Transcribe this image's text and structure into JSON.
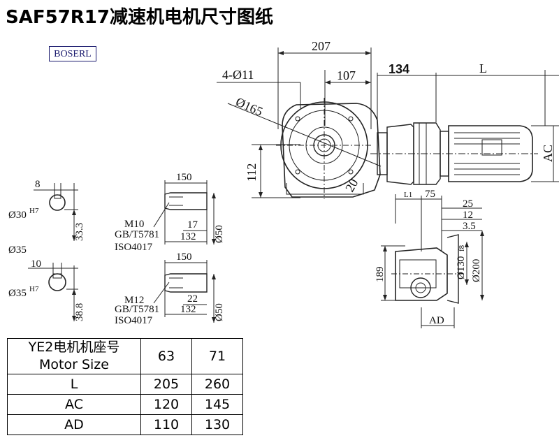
{
  "title": "SAF57R17减速机电机尺寸图纸",
  "brand": "BOSERL",
  "main_view": {
    "dim_207": "207",
    "dim_107": "107",
    "dim_134": "134",
    "dim_L": "L",
    "dim_4_hole": "4-Ø11",
    "dim_165": "Ø165",
    "dim_112": "112",
    "dim_20": "20",
    "dim_AC": "AC"
  },
  "side_view": {
    "dim_L1": "L1",
    "dim_75": "75",
    "dim_25": "25",
    "dim_12": "12",
    "dim_3_5": "3.5",
    "dim_189": "189",
    "dim_130": "Ø130",
    "dim_130_tol": "f8",
    "dim_200": "Ø200",
    "dim_AD": "AD"
  },
  "shaft_30": {
    "dim_8": "8",
    "dim_dia": "Ø30",
    "dim_tol": "H7",
    "dim_33_3": "33.3"
  },
  "shaft_35": {
    "label": "Ø35",
    "dim_10": "10",
    "dim_dia": "Ø35",
    "dim_tol": "H7",
    "dim_38_8": "38.8"
  },
  "bolt_m10": {
    "dim_150": "150",
    "thread": "M10",
    "std1": "GB/T5781",
    "std2": "ISO4017",
    "dim_17": "17",
    "dim_132": "132",
    "dim_50": "Ø50"
  },
  "bolt_m12": {
    "dim_150": "150",
    "thread": "M12",
    "std1": "GB/T5781",
    "std2": "ISO4017",
    "dim_22": "22",
    "dim_132": "132",
    "dim_50": "Ø50"
  },
  "table": {
    "header_cn": "YE2电机机座号",
    "header_en": "Motor Size",
    "sizes": [
      "63",
      "71"
    ],
    "rows": [
      {
        "label": "L",
        "values": [
          "205",
          "260"
        ]
      },
      {
        "label": "AC",
        "values": [
          "120",
          "145"
        ]
      },
      {
        "label": "AD",
        "values": [
          "110",
          "130"
        ]
      }
    ]
  }
}
